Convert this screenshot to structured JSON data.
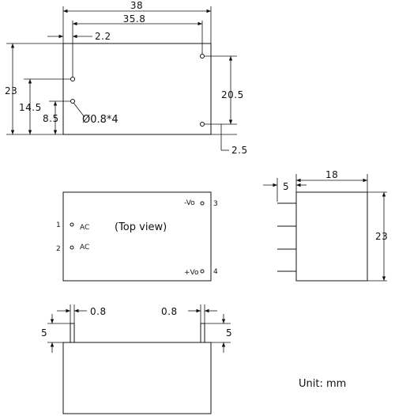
{
  "dimensions": {
    "overall_width": "38",
    "pin_span_width": "35.8",
    "left_pin_offset": "2.2",
    "overall_height": "23",
    "pin1_height": "14.5",
    "pin2_height": "8.5",
    "pin_diameter": "Ø0.8*4",
    "right_pin_span": "20.5",
    "right_pin_offset": "2.5",
    "side_pin_length": "5",
    "side_depth": "18",
    "side_height": "23",
    "bottom_left_pin_width": "0.8",
    "bottom_right_pin_width": "0.8",
    "bottom_left_pin_length": "5",
    "bottom_right_pin_length": "5"
  },
  "top_view": {
    "title": "(Top view)",
    "pins": [
      {
        "number": "1",
        "label": "AC"
      },
      {
        "number": "2",
        "label": "AC"
      },
      {
        "number": "3",
        "label": "-Vo"
      },
      {
        "number": "4",
        "label": "+Vo"
      }
    ]
  },
  "unit_note": "Unit: mm"
}
